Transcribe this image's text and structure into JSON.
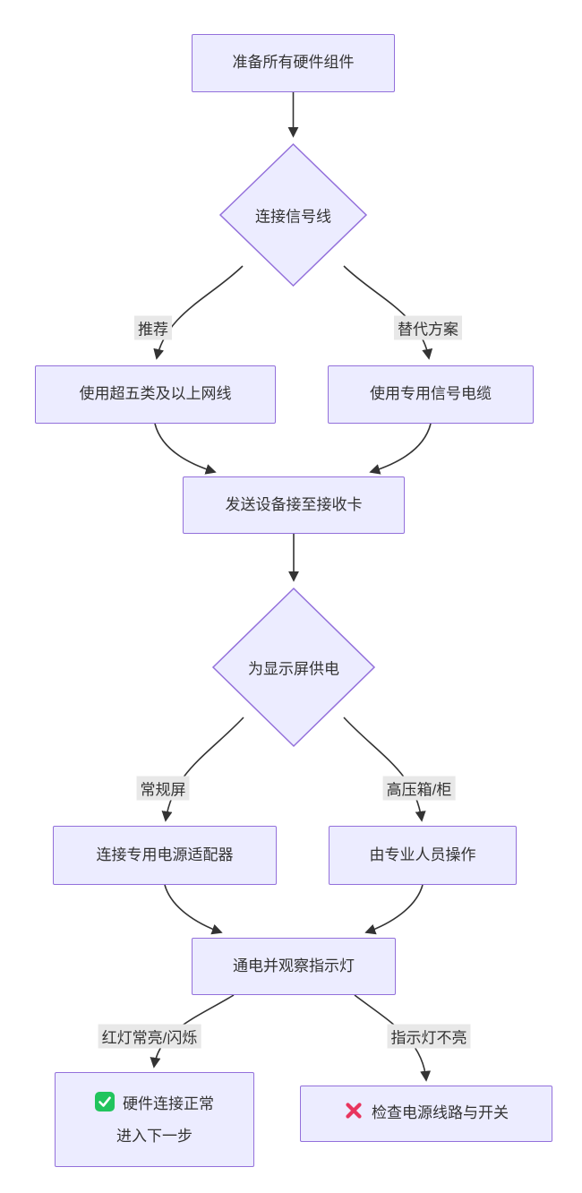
{
  "diagram": {
    "type": "flowchart",
    "colors": {
      "background": "#ffffff",
      "node_fill": "#ECECFF",
      "node_border": "#9370DB",
      "edge_color": "#333333",
      "edge_label_bg": "#e8e8e8",
      "text": "#333333",
      "success_green": "#21c45d",
      "error_red": "#e8355e"
    },
    "nodes": {
      "prepare": {
        "label": "准备所有硬件组件",
        "shape": "rect"
      },
      "connect_signal": {
        "label": "连接信号线",
        "shape": "diamond"
      },
      "cat5e_cable": {
        "label": "使用超五类及以上网线",
        "shape": "rect"
      },
      "dedicated_cable": {
        "label": "使用专用信号电缆",
        "shape": "rect"
      },
      "sender_to_receiver": {
        "label": "发送设备接至接收卡",
        "shape": "rect"
      },
      "power_display": {
        "label": "为显示屏供电",
        "shape": "diamond"
      },
      "power_adapter": {
        "label": "连接专用电源适配器",
        "shape": "rect"
      },
      "professional_operator": {
        "label": "由专业人员操作",
        "shape": "rect"
      },
      "power_on_observe": {
        "label": "通电并观察指示灯",
        "shape": "rect"
      },
      "success": {
        "icon": "check",
        "line1": "硬件连接正常",
        "line2": "进入下一步",
        "shape": "rect"
      },
      "failure": {
        "icon": "cross",
        "label": "检查电源线路与开关",
        "shape": "rect"
      }
    },
    "edge_labels": {
      "recommended": "推荐",
      "alternative": "替代方案",
      "regular_screen": "常规屏",
      "hv_cabinet": "高压箱/柜",
      "red_light_on": "红灯常亮/闪烁",
      "light_off": "指示灯不亮"
    }
  }
}
